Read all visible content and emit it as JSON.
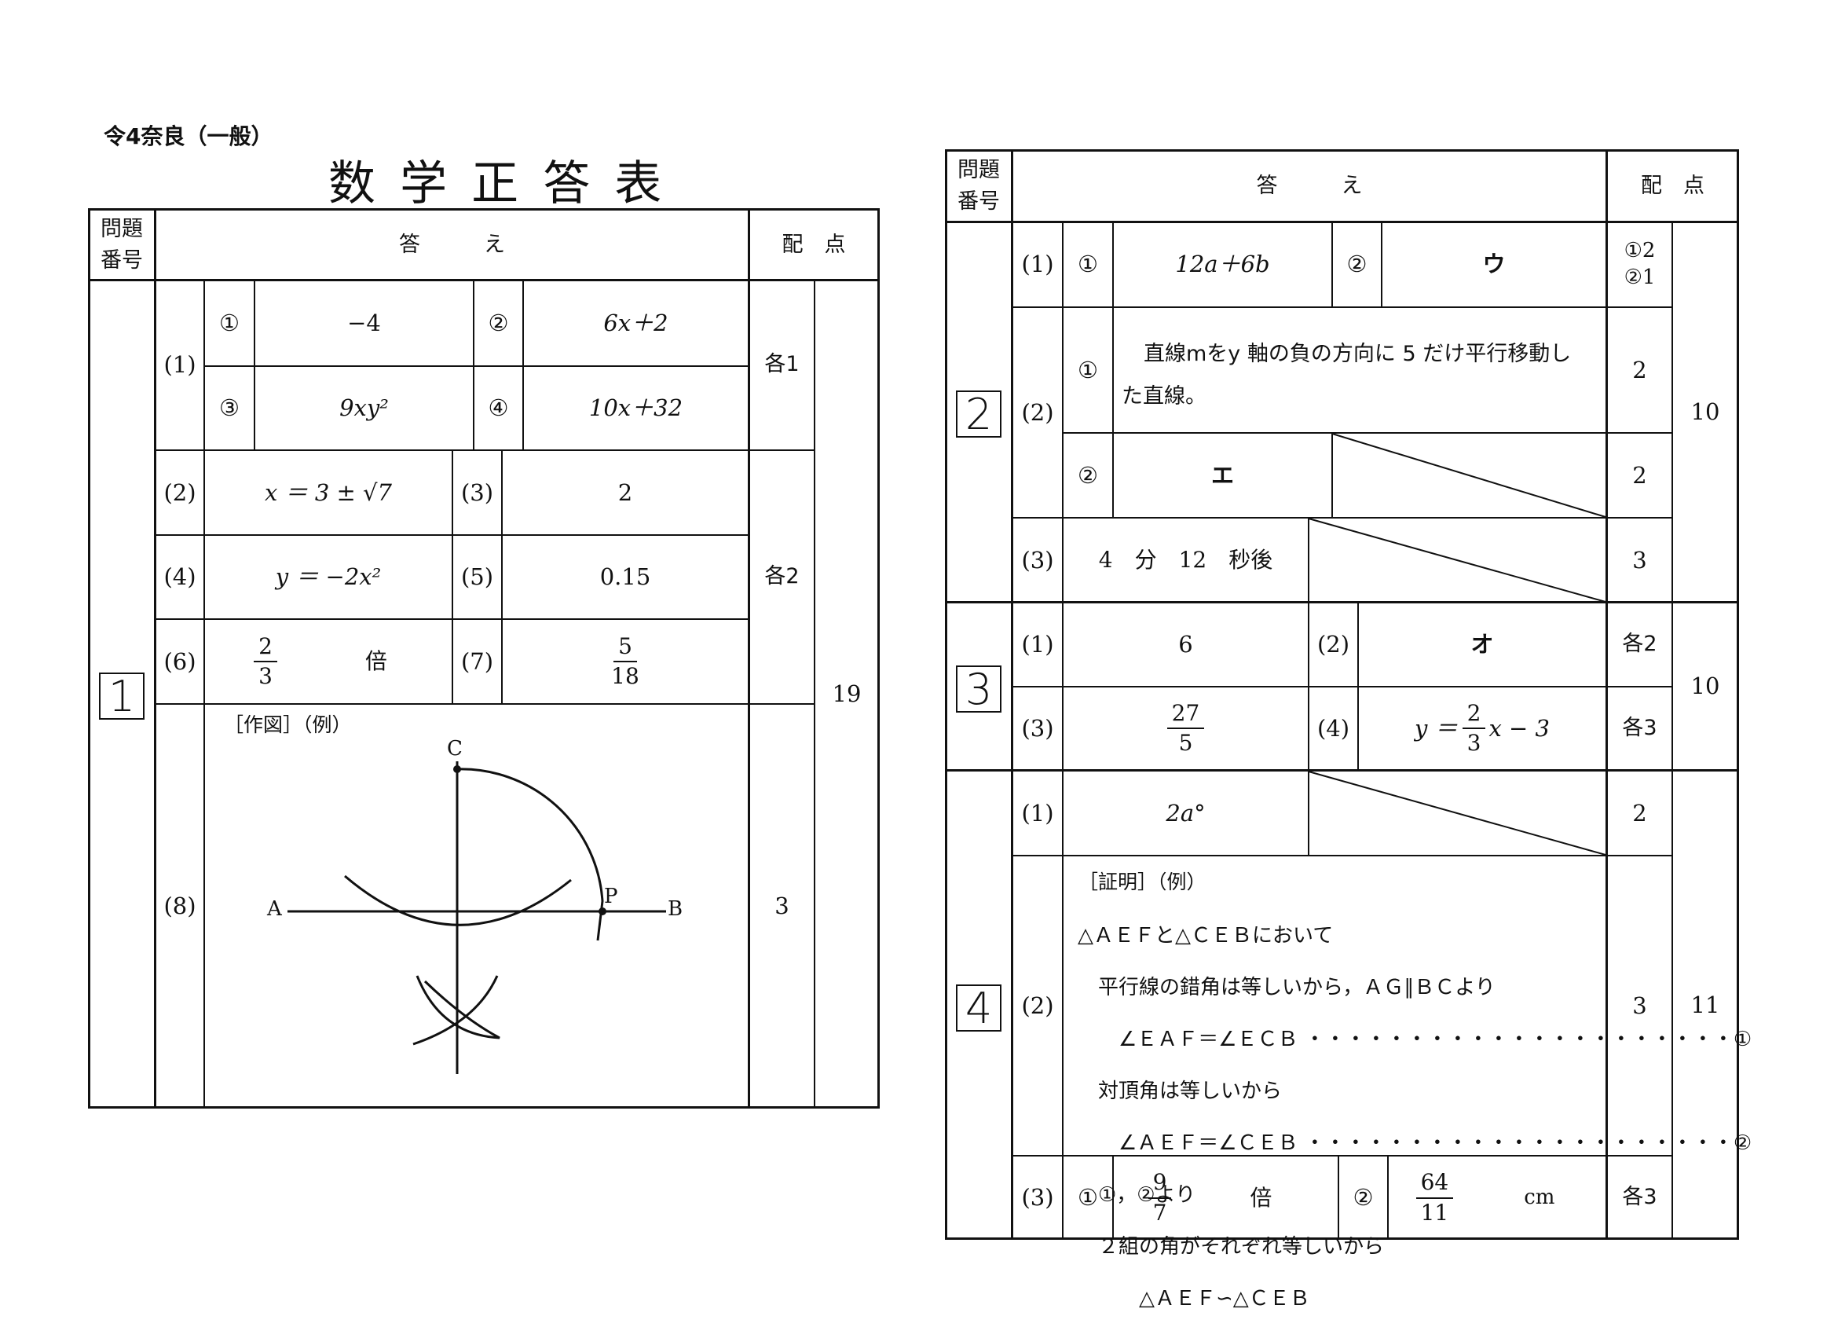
{
  "header": {
    "exam_label": "令4奈良（一般）",
    "title": "数 学 正 答 表"
  },
  "columns": {
    "number": [
      "問題",
      "番号"
    ],
    "answer": "答　　　え",
    "points": "配　点"
  },
  "q1": {
    "label": "1",
    "p1": {
      "num": "(1)",
      "m1": "①",
      "a1": "−4",
      "m2": "②",
      "a2": "6x＋2",
      "m3": "③",
      "a3": "9xy²",
      "m4": "④",
      "a4": "10x＋32",
      "pts": "各1"
    },
    "p2": {
      "num": "(2)",
      "ans": "x ＝ 3 ± √7"
    },
    "p3": {
      "num": "(3)",
      "ans": "2"
    },
    "p4": {
      "num": "(4)",
      "ans": "y ＝ −2x²"
    },
    "p5": {
      "num": "(5)",
      "ans": "0.15"
    },
    "p6": {
      "num": "(6)",
      "num_top": "2",
      "num_bottom": "3",
      "unit": "倍"
    },
    "p7": {
      "num": "(7)",
      "num_top": "5",
      "num_bottom": "18"
    },
    "mid_pts": "各2",
    "p8": {
      "num": "(8)",
      "caption": "［作図］（例）",
      "label_a": "A",
      "label_b": "B",
      "label_c": "C",
      "label_p": "P",
      "pts": "3"
    },
    "total": "19"
  },
  "q2": {
    "label": "2",
    "p1": {
      "num": "(1)",
      "m1": "①",
      "a1": "12a＋6b",
      "m2": "②",
      "a2": "ウ",
      "pts1": "①2",
      "pts2": "②1"
    },
    "p2": {
      "num": "(2)",
      "m1": "①",
      "a1_line1": "直線mをy 軸の負の方向に 5 だけ平行移動し",
      "a1_line2": "た直線。",
      "pts1": "2",
      "m2": "②",
      "a2": "エ",
      "pts2": "2"
    },
    "p3": {
      "num": "(3)",
      "ans": "4　分　12　秒後",
      "pts": "3"
    },
    "total": "10"
  },
  "q3": {
    "label": "3",
    "p1": {
      "num": "(1)",
      "ans": "6"
    },
    "p2": {
      "num": "(2)",
      "ans": "オ"
    },
    "row1_pts": "各2",
    "p3": {
      "num": "(3)",
      "num_top": "27",
      "num_bottom": "5"
    },
    "p4": {
      "num": "(4)",
      "prefix": "y ＝",
      "num_top": "2",
      "num_bottom": "3",
      "suffix": "x − 3"
    },
    "row2_pts": "各3",
    "total": "10"
  },
  "q4": {
    "label": "4",
    "p1": {
      "num": "(1)",
      "ans": "2a°",
      "pts": "2"
    },
    "p2": {
      "num": "(2)",
      "caption": "［証明］（例）",
      "lines": [
        "△ＡＥＦと△ＣＥＢにおいて",
        "　平行線の錯角は等しいから，ＡＧ∥ＢＣより",
        "　　∠ＥＡＦ＝∠ＥＣＢ ・・・・・・・・・・・・・・・・・・・・・①",
        "　対頂角は等しいから",
        "　　∠ＡＥＦ＝∠ＣＥＢ ・・・・・・・・・・・・・・・・・・・・・②",
        "　①，②より",
        "　２組の角がそれぞれ等しいから",
        "　　　△ＡＥＦ∽△ＣＥＢ"
      ],
      "pts": "3"
    },
    "p3": {
      "num": "(3)",
      "m1": "①",
      "a1_top": "9",
      "a1_bottom": "7",
      "a1_unit": "倍",
      "m2": "②",
      "a2_top": "64",
      "a2_bottom": "11",
      "a2_unit": "cm",
      "pts": "各3"
    },
    "total": "11"
  }
}
